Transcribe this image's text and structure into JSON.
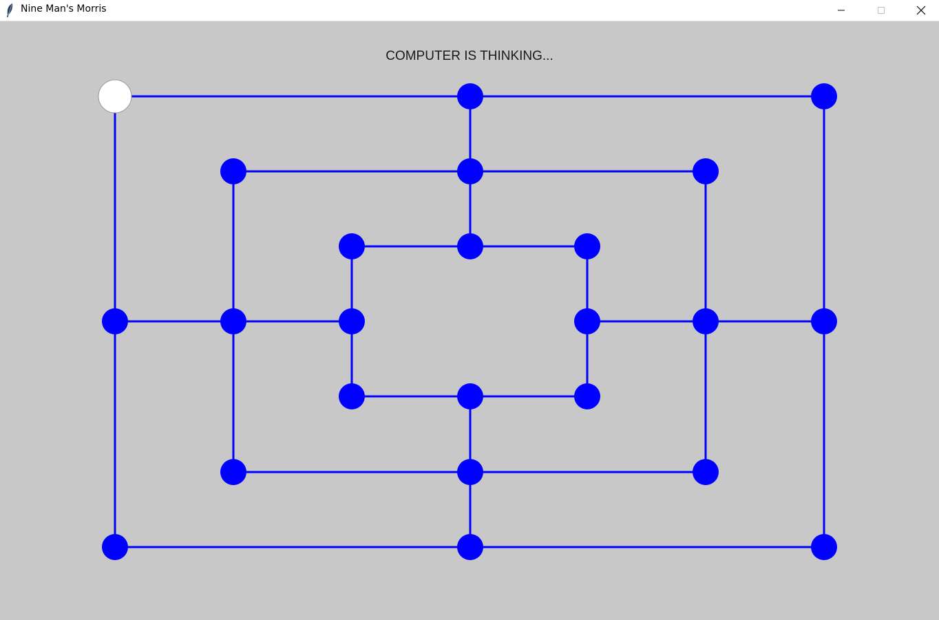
{
  "window": {
    "title": "Nine Man's Morris",
    "icon": "feather-icon",
    "controls": [
      "minimize-icon",
      "maximize-icon",
      "close-icon"
    ]
  },
  "status_text": "COMPUTER IS THINKING...",
  "colors": {
    "board_background": "#c8c8c8",
    "line": "#0000ff",
    "empty_point": "#0000ff",
    "white_piece": "#ffffff"
  },
  "board": {
    "points": [
      {
        "id": "a7",
        "piece": "white"
      },
      {
        "id": "d7",
        "piece": "empty"
      },
      {
        "id": "g7",
        "piece": "empty"
      },
      {
        "id": "b6",
        "piece": "empty"
      },
      {
        "id": "d6",
        "piece": "empty"
      },
      {
        "id": "f6",
        "piece": "empty"
      },
      {
        "id": "c5",
        "piece": "empty"
      },
      {
        "id": "d5",
        "piece": "empty"
      },
      {
        "id": "e5",
        "piece": "empty"
      },
      {
        "id": "a4",
        "piece": "empty"
      },
      {
        "id": "b4",
        "piece": "empty"
      },
      {
        "id": "c4",
        "piece": "empty"
      },
      {
        "id": "e4",
        "piece": "empty"
      },
      {
        "id": "f4",
        "piece": "empty"
      },
      {
        "id": "g4",
        "piece": "empty"
      },
      {
        "id": "c3",
        "piece": "empty"
      },
      {
        "id": "d3",
        "piece": "empty"
      },
      {
        "id": "e3",
        "piece": "empty"
      },
      {
        "id": "b2",
        "piece": "empty"
      },
      {
        "id": "d2",
        "piece": "empty"
      },
      {
        "id": "f2",
        "piece": "empty"
      },
      {
        "id": "a1",
        "piece": "empty"
      },
      {
        "id": "d1",
        "piece": "empty"
      },
      {
        "id": "g1",
        "piece": "empty"
      }
    ]
  }
}
